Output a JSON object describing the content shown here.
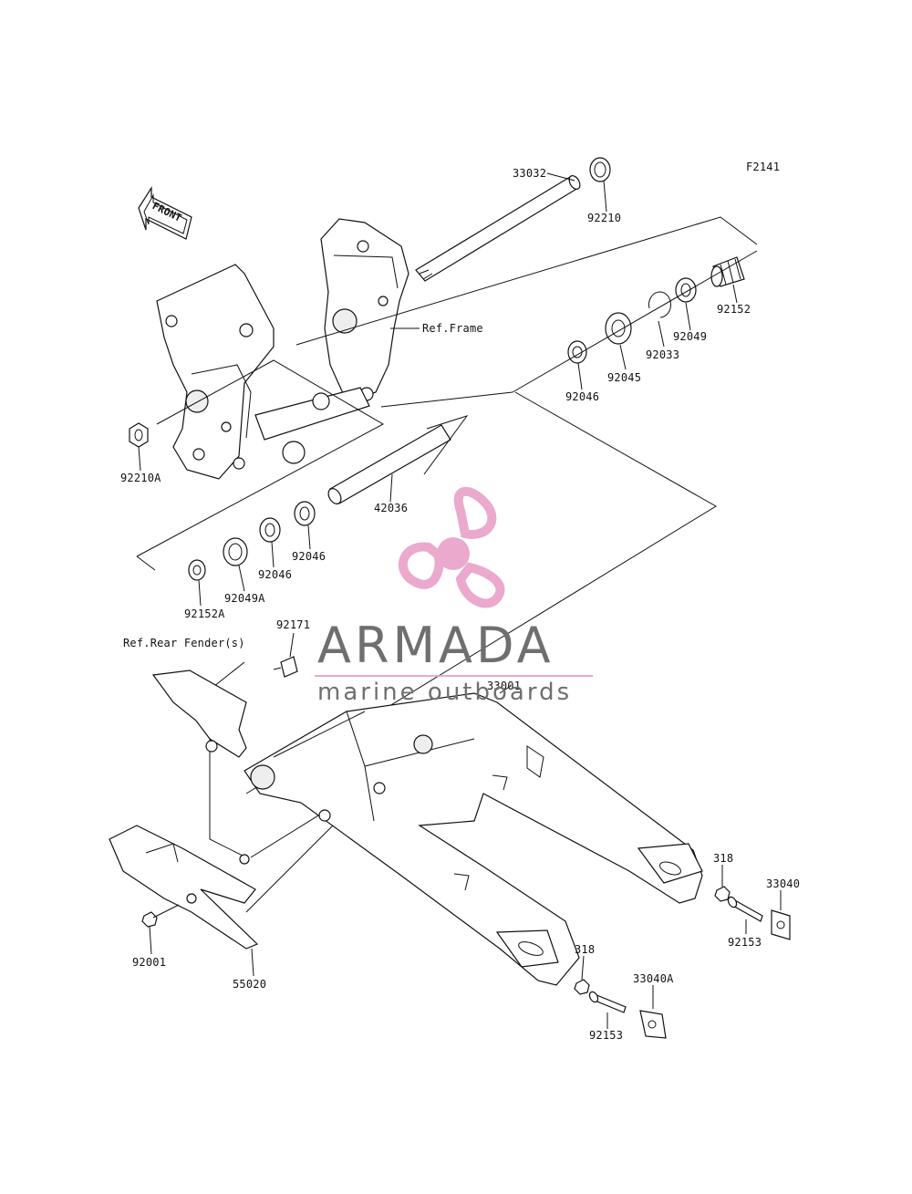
{
  "figure_code": "F2141",
  "front_arrow_label": "FRONT",
  "watermark": {
    "title": "ARMADA",
    "subtitle": "marine outboards",
    "accent_color": "#e8a0c8",
    "text_color": "#6f6f6f"
  },
  "refs": {
    "frame": "Ref.Frame",
    "rear_fender": "Ref.Rear Fender(s)"
  },
  "parts": {
    "p33032": "33032",
    "p92210": "92210",
    "p92152": "92152",
    "p92049": "92049",
    "p92033": "92033",
    "p92045": "92045",
    "p92046_top": "92046",
    "p92210A": "92210A",
    "p42036": "42036",
    "p92046_a": "92046",
    "p92046_b": "92046",
    "p92049A": "92049A",
    "p92152A": "92152A",
    "p92171": "92171",
    "p33001": "33001",
    "p318_right": "318",
    "p33040": "33040",
    "p92153_right": "92153",
    "p318_lower": "318",
    "p33040A": "33040A",
    "p92153_lower": "92153",
    "p92001": "92001",
    "p55020": "55020"
  }
}
